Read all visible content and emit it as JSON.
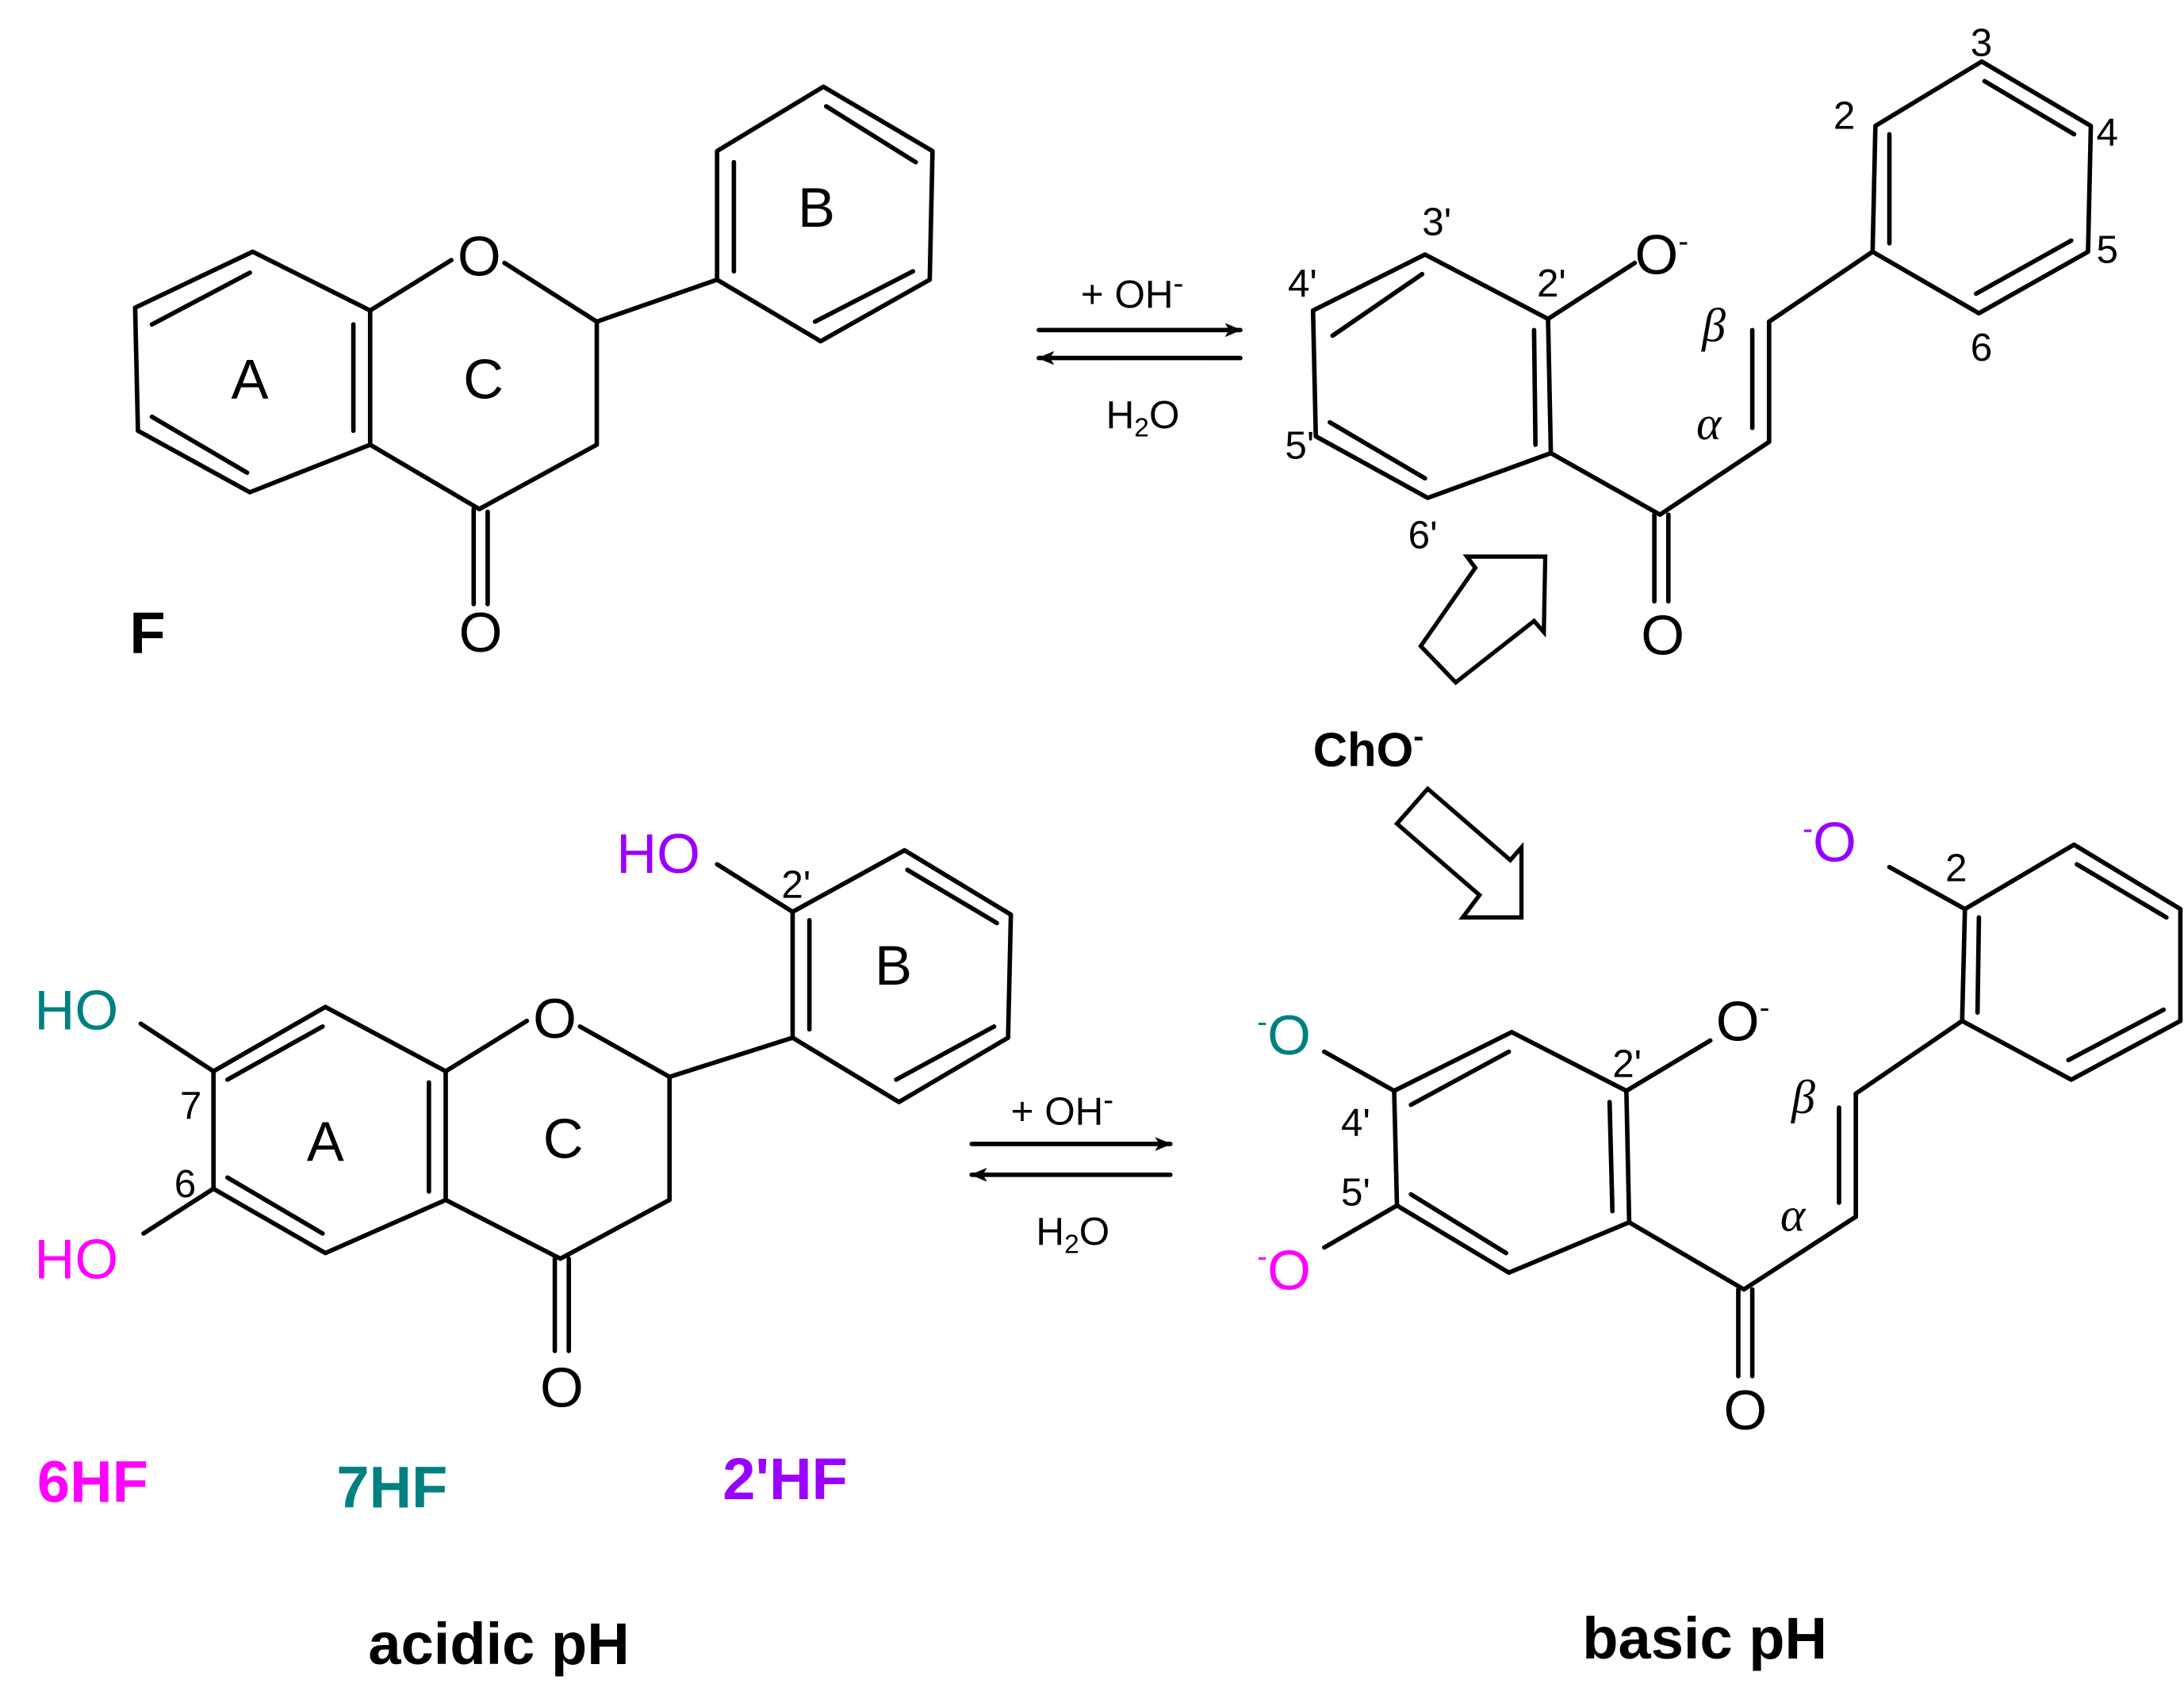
{
  "figure": {
    "type": "reaction-scheme",
    "colors": {
      "bond": "#000000",
      "pos6": "#FF00FF",
      "pos7": "#008080",
      "pos2prime": "#9900FF",
      "background": "#FFFFFF"
    }
  },
  "top": {
    "flavanone": {
      "compound_label": "F",
      "ring_labels": {
        "A": "A",
        "B": "B",
        "C": "C"
      },
      "ring_oxygen": "O",
      "carbonyl_oxygen": "O"
    },
    "equilibrium": {
      "forward": "+ OH",
      "forward_sup": "-",
      "reverse_pre": "H",
      "reverse_sub": "2",
      "reverse_post": "O"
    },
    "chalcone": {
      "phenolate": "O",
      "phenolate_charge": "-",
      "carbonyl_oxygen": "O",
      "positions": {
        "p2p": "2'",
        "p3p": "3'",
        "p4p": "4'",
        "p5p": "5'",
        "p6p": "6'",
        "p2": "2",
        "p3": "3",
        "p4": "4",
        "p5": "5",
        "p6": "6"
      },
      "alpha": "α",
      "beta": "β"
    }
  },
  "middle": {
    "species_label": "ChO",
    "species_charge": "-"
  },
  "bottom": {
    "hydroxyflavanone": {
      "ho7": "HO",
      "ho6": "HO",
      "ho2p": "HO",
      "pos7": "7",
      "pos6": "6",
      "pos2p": "2'",
      "ring_labels": {
        "A": "A",
        "B": "B",
        "C": "C"
      },
      "ring_oxygen": "O",
      "carbonyl_oxygen": "O"
    },
    "equilibrium": {
      "forward": "+ OH",
      "forward_sup": "-",
      "reverse_pre": "H",
      "reverse_sub": "2",
      "reverse_post": "O"
    },
    "chalcone": {
      "o4p": "O",
      "o5p": "O",
      "o2p": "O",
      "o2": "O",
      "charge": "-",
      "pos4p": "4'",
      "pos5p": "5'",
      "pos2p": "2'",
      "pos2": "2",
      "alpha": "α",
      "beta": "β",
      "carbonyl_oxygen": "O"
    },
    "compound_labels": {
      "c6": "6HF",
      "c7": "7HF",
      "c2p": "2'HF"
    },
    "conditions": {
      "acidic": "acidic pH",
      "basic": "basic pH"
    }
  }
}
